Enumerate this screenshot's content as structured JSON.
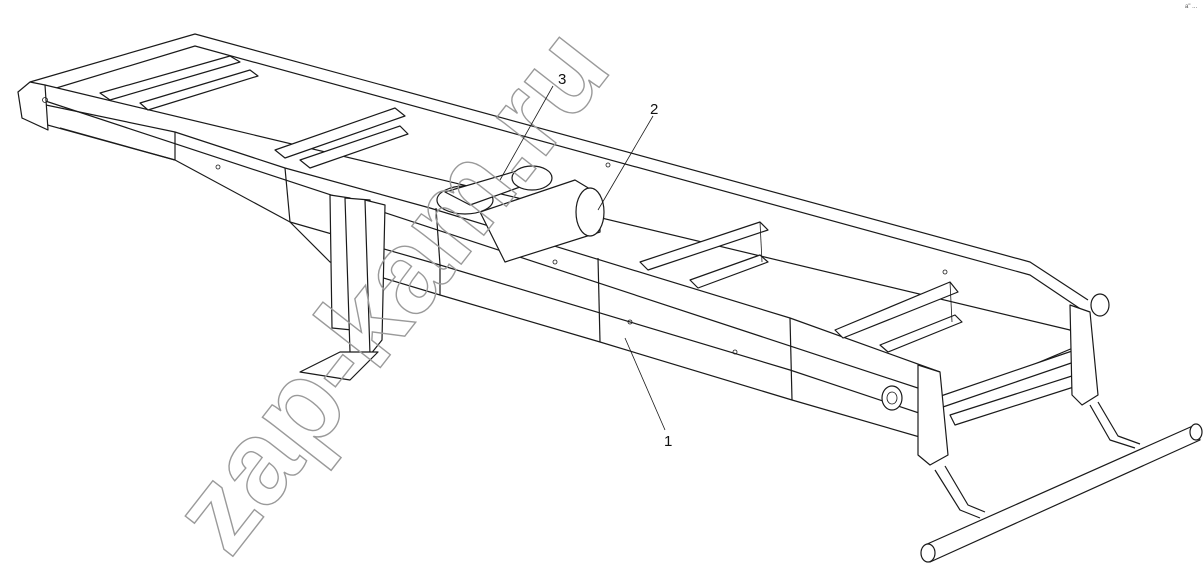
{
  "callouts": [
    {
      "id": "1",
      "label": "1"
    },
    {
      "id": "2",
      "label": "2"
    },
    {
      "id": "3",
      "label": "3"
    }
  ],
  "watermark": "zap-kam.ru",
  "corner_mark": "a\" ..."
}
